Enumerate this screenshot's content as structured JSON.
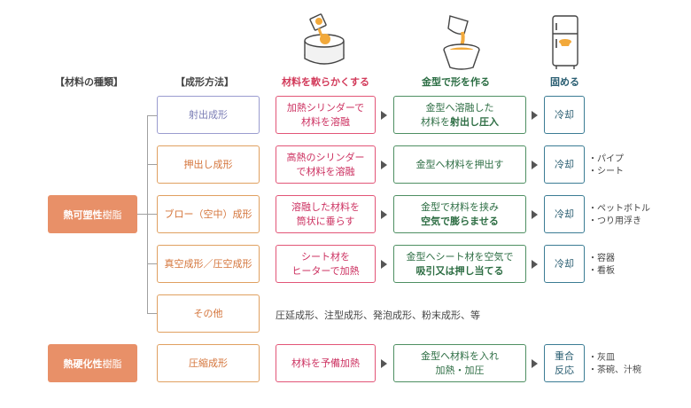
{
  "headers": {
    "material_type": "【材料の種類】",
    "method": "【成形方法】",
    "soften": "材料を軟らかくする",
    "shape": "金型で形を作る",
    "harden": "固める"
  },
  "materials": {
    "thermoplastic": {
      "main": "熱可塑性",
      "suffix": "樹脂"
    },
    "thermoset": {
      "main": "熱硬化性",
      "suffix": "樹脂"
    }
  },
  "rows": [
    {
      "method": "射出成形",
      "soften": "加熱シリンダーで\n材料を溶融",
      "shape_a": "金型へ溶融した\n材料を",
      "shape_b": "射出し圧入",
      "fix": "冷却",
      "uses": ""
    },
    {
      "method": "押出し成形",
      "soften": "高熱のシリンダー\nで材料を溶融",
      "shape_a": "金型へ材料を押出す",
      "shape_b": "",
      "fix": "冷却",
      "uses": "・パイプ\n・シート"
    },
    {
      "method": "ブロー（空中）成形",
      "soften": "溶融した材料を\n筒状に垂らす",
      "shape_a": "金型で材料を挟み\n",
      "shape_b": "空気で膨らませる",
      "fix": "冷却",
      "uses": "・ペットボトル\n・つり用浮き"
    },
    {
      "method": "真空成形／圧空成形",
      "soften": "シート材を\nヒーターで加熱",
      "shape_a": "金型へシート材を空気で\n",
      "shape_b": "吸引又は押し当てる",
      "fix": "冷却",
      "uses": "・容器\n・看板"
    },
    {
      "method": "その他",
      "other": "圧延成形、注型成形、発泡成形、粉末成形、等"
    },
    {
      "method": "圧縮成形",
      "soften": "材料を予備加熱",
      "shape_a": "金型へ材料を入れ\n加熱・加圧",
      "shape_b": "",
      "fix": "重合\n反応",
      "uses": "・灰皿\n・茶碗、汁椀"
    }
  ],
  "colors": {
    "material": "#e89068",
    "method_border": "#e0a060",
    "method_first": "#9a9ccf",
    "soften": "#e25577",
    "shape": "#4e8f62",
    "fix": "#3b7c94"
  }
}
